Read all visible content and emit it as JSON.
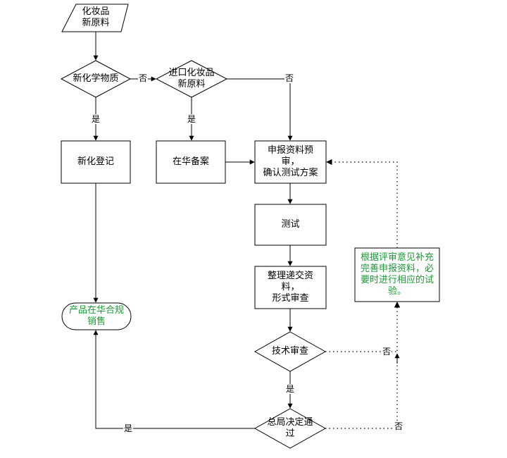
{
  "nodes": {
    "start": {
      "lines": [
        "化妆品",
        "新原料"
      ]
    },
    "new_chem": {
      "lines": [
        "新化学物质"
      ]
    },
    "imported": {
      "lines": [
        "进口化妆品",
        "新原料"
      ]
    },
    "new_reg": {
      "lines": [
        "新化登记"
      ]
    },
    "filing": {
      "lines": [
        "在华备案"
      ]
    },
    "pre_review": {
      "lines": [
        "申报资料预",
        "审，",
        "确认测试方案"
      ]
    },
    "testing": {
      "lines": [
        "测试"
      ]
    },
    "submit": {
      "lines": [
        "整理递交资",
        "料，",
        "形式审查"
      ]
    },
    "supplement": {
      "lines": [
        "根据评审意见补充",
        "完善申报资料，必",
        "要时进行相应的试",
        "验。"
      ]
    },
    "tech_review": {
      "lines": [
        "技术审查"
      ]
    },
    "final": {
      "lines": [
        "总局决定通",
        "过"
      ]
    },
    "product": {
      "lines": [
        "产品在华合规",
        "销售"
      ]
    }
  },
  "edges": {
    "newchem_no": "否",
    "newchem_yes": "是",
    "imported_no": "否",
    "imported_yes": "是",
    "tech_no": "否",
    "tech_yes": "是",
    "final_yes": "是",
    "final_no": "否"
  },
  "colors": {
    "line": "#000000",
    "highlight_text": "#1a9a34"
  }
}
